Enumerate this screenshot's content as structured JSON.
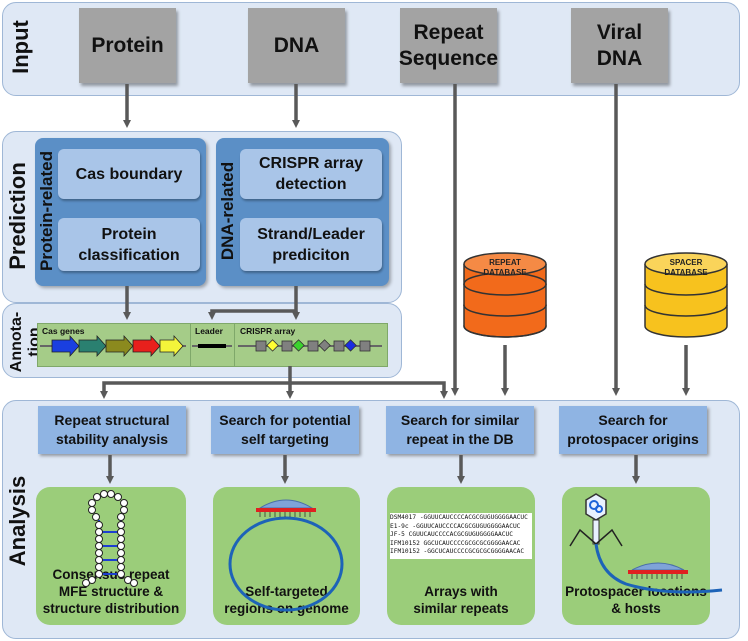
{
  "sections": {
    "input": "Input",
    "prediction": "Prediction",
    "annotation_line1": "Annota-",
    "annotation_line2": "tion",
    "analysis": "Analysis"
  },
  "inputs": {
    "protein": "Protein",
    "dna": "DNA",
    "repeat_line1": "Repeat",
    "repeat_line2": "Sequence",
    "viral_line1": "Viral",
    "viral_line2": "DNA"
  },
  "prediction": {
    "protein_group_label": "Protein-related",
    "dna_group_label": "DNA-related",
    "cas_boundary": "Cas boundary",
    "protein_class_line1": "Protein",
    "protein_class_line2": "classification",
    "crispr_line1": "CRISPR array",
    "crispr_line2": "detection",
    "strand_line1": "Strand/Leader",
    "strand_line2": "prediciton"
  },
  "annotation": {
    "cas_genes": "Cas genes",
    "leader": "Leader",
    "crispr_array": "CRISPR array"
  },
  "databases": {
    "repeat_line1": "REPEAT",
    "repeat_line2": "DATABASE",
    "spacer_line1": "SPACER",
    "spacer_line2": "DATABASE"
  },
  "analysis": {
    "repeat_structural_line1": "Repeat structural",
    "repeat_structural_line2": "stability analysis",
    "self_target_line1": "Search for potential",
    "self_target_line2": "self targeting",
    "similar_line1": "Search for similar",
    "similar_line2": "repeat in the DB",
    "protospacer_line1": "Search for",
    "protospacer_line2": "protospacer origins"
  },
  "results": {
    "consensus_line1": "Consensus repeat",
    "consensus_line2": "MFE structure &",
    "consensus_line3": "structure distribution",
    "self_line1": "Self-targeted",
    "self_line2": "regions on genome",
    "arrays_line1": "Arrays with",
    "arrays_line2": "similar repeats",
    "proto_line1": "Protospacer locations",
    "proto_line2": "& hosts"
  },
  "alignment": [
    {
      "name": "DSM4017",
      "seq": "-GGUUCAUCCCCACGCGUGUGGGGAACUC"
    },
    {
      "name": "E1-9c",
      "seq": "-GGUUCAUCCCCACGCGUGUGGGGAACUC"
    },
    {
      "name": "JF-5",
      "seq": "CGUUCAUCCCCACGCGUGUGGGGAACUC"
    },
    {
      "name": "IFM10152",
      "seq": "GGCUCAUCCCCGCGCGCGGGGAACAC"
    },
    {
      "name": "IFM10152",
      "seq": "-GGCUCAUCCCCGCGCGCGGGGAACAC"
    }
  ],
  "colors": {
    "panel_bg": "#dfe8f5",
    "input_box": "#a3a3a3",
    "group_blue": "#5b8fc6",
    "box_blue": "#a9c5e8",
    "result_green": "#9bcd7a",
    "repeat_db": "#f26a1b",
    "spacer_db": "#f7c21e",
    "arrow": "#595959"
  },
  "icons": [
    "arrow-icon",
    "database-icon",
    "rna-hairpin-icon",
    "genome-circle-icon",
    "phage-icon",
    "gene-arrow-icon"
  ]
}
